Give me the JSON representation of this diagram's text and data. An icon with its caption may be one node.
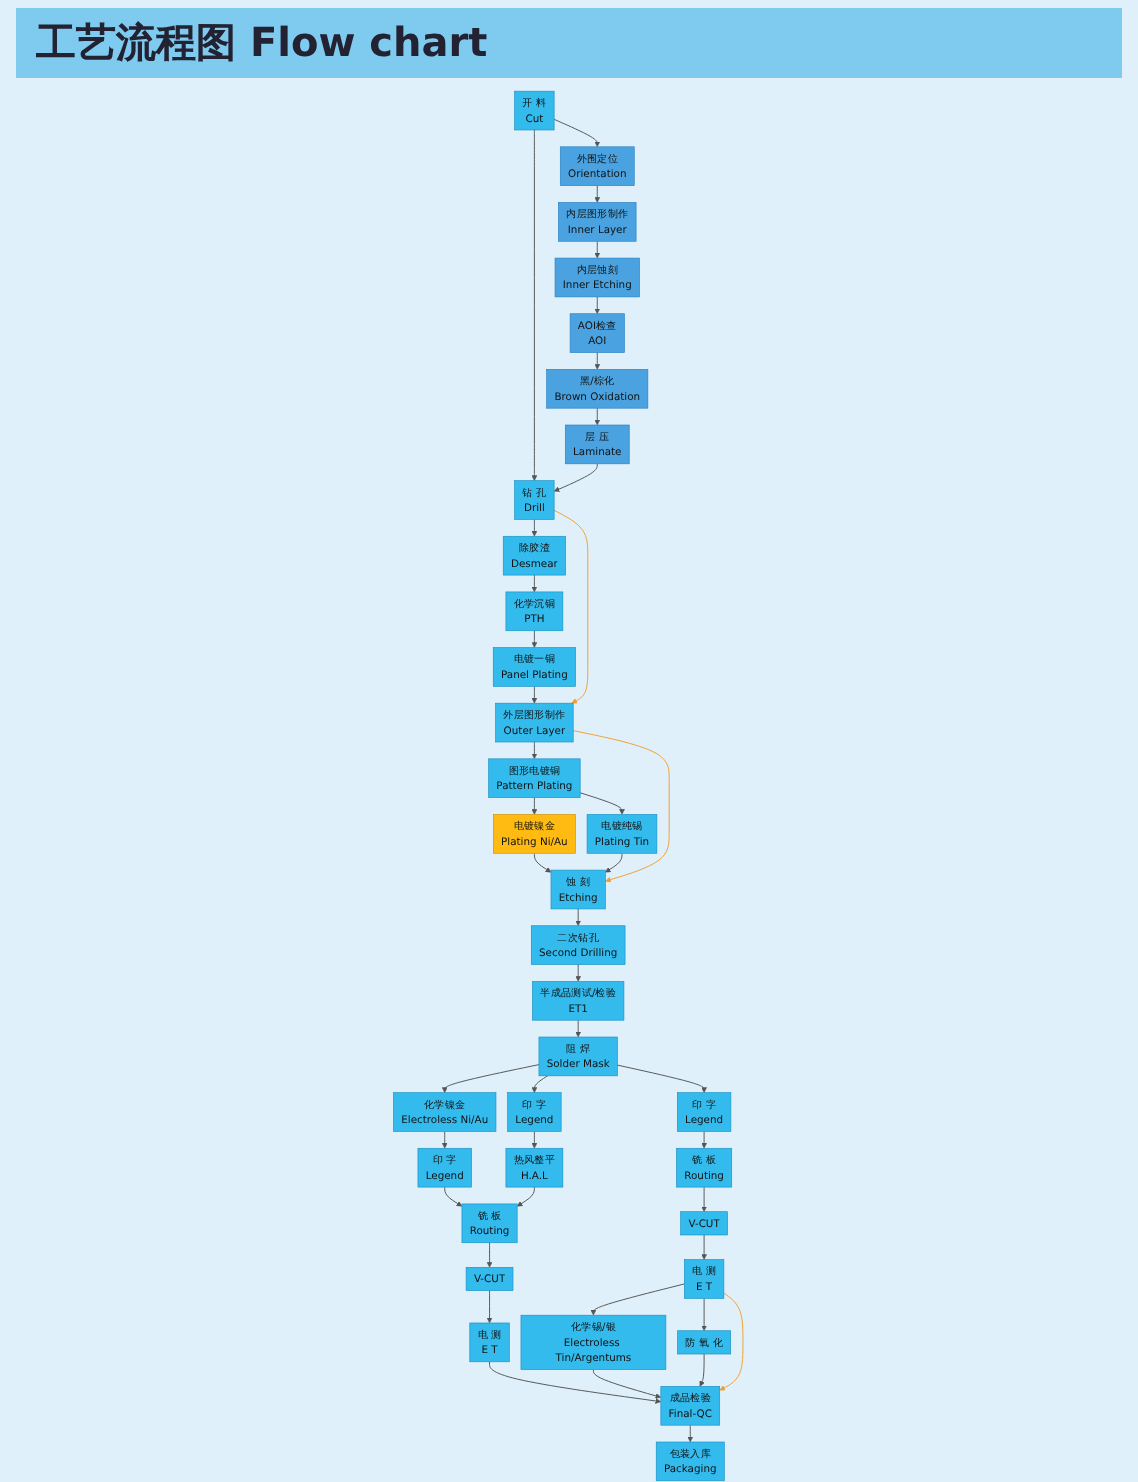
{
  "diagram": {
    "title": "工艺流程图 Flow chart",
    "nodes": [
      {
        "text": [
          "开 料",
          "Cut"
        ]
      },
      {
        "text": [
          "钻 孔",
          "Drill"
        ]
      },
      {
        "text": [
          "外围定位",
          "Orientation"
        ]
      },
      {
        "text": [
          "除胶渣",
          "Desmear"
        ]
      },
      {
        "text": [
          "内层图形制作",
          "Inner Layer"
        ]
      },
      {
        "text": [
          "化学沉铜",
          "PTH"
        ]
      },
      {
        "text": [
          "内层蚀刻",
          "Inner Etching"
        ]
      },
      {
        "text": [
          "电镀一铜",
          "Panel Plating"
        ]
      },
      {
        "text": [
          "AOI检查",
          "AOI"
        ]
      },
      {
        "text": [
          "外层图形制作",
          "Outer Layer"
        ]
      },
      {
        "text": [
          "黑/棕化",
          "Brown Oxidation"
        ]
      },
      {
        "text": [
          "层 压",
          "Laminate"
        ]
      },
      {
        "text": [
          "图形电镀铜",
          "Pattern Plating"
        ]
      },
      {
        "text": [
          "电镀镍金",
          "Plating Ni/Au"
        ]
      },
      {
        "text": [
          "电镀纯锡",
          "Plating Tin"
        ]
      },
      {
        "text": [
          "蚀 刻",
          "Etching"
        ]
      },
      {
        "text": [
          "二次钻孔",
          "Second Drilling"
        ]
      },
      {
        "text": [
          "半成品测试/检验",
          "ET1"
        ]
      },
      {
        "text": [
          "阻 焊",
          "Solder Mask"
        ]
      },
      {
        "text": [
          "化学镍金",
          "Electroless Ni/Au"
        ]
      },
      {
        "text": [
          "印 字",
          "Legend"
        ]
      },
      {
        "text": [
          "印 字",
          "Legend"
        ]
      },
      {
        "text": [
          "印 字",
          "Legend"
        ]
      },
      {
        "text": [
          "热风整平",
          "H.A.L"
        ]
      },
      {
        "text": [
          "铣 板",
          "Routing"
        ]
      },
      {
        "text": [
          "铣 板",
          "Routing"
        ]
      },
      {
        "text": [
          "V-CUT"
        ]
      },
      {
        "text": [
          "V-CUT"
        ]
      },
      {
        "text": [
          "电 测",
          "E T"
        ]
      },
      {
        "text": [
          "电 测",
          "E T"
        ]
      },
      {
        "text": [
          "化学锡/银",
          "Electroless Tin/Argentums"
        ]
      },
      {
        "text": [
          "防 氧 化"
        ]
      },
      {
        "text": [
          "成品检验",
          "Final-QC"
        ]
      },
      {
        "text": [
          "包装入库",
          "Packaging"
        ]
      }
    ],
    "edges": [
      {
        "from": 0,
        "to": 1,
        "arrow": "to"
      },
      {
        "from": 0,
        "to": 2,
        "arrow": "to"
      },
      {
        "from": 1,
        "to": 3,
        "arrow": "to"
      },
      {
        "from": 3,
        "to": 5,
        "arrow": "to"
      },
      {
        "from": 5,
        "to": 7,
        "arrow": "to"
      },
      {
        "from": 7,
        "to": 9,
        "arrow": "to"
      },
      {
        "from": 2,
        "to": 4,
        "arrow": "to"
      },
      {
        "from": 4,
        "to": 6,
        "arrow": "to"
      },
      {
        "from": 6,
        "to": 8,
        "arrow": "to"
      },
      {
        "from": 8,
        "to": 10,
        "arrow": "to"
      },
      {
        "from": 10,
        "to": 11,
        "arrow": "to"
      },
      {
        "from": 11,
        "to": 1,
        "arrow": "to"
      },
      {
        "from": 1,
        "to": 9,
        "arrow": "to",
        "color": "#f0a030"
      },
      {
        "from": 9,
        "to": 12,
        "arrow": "to"
      },
      {
        "from": 9,
        "to": 15,
        "arrow": "to",
        "color": "#f0a030"
      },
      {
        "from": 12,
        "to": 13,
        "arrow": "to"
      },
      {
        "from": 12,
        "to": 14,
        "arrow": "to"
      },
      {
        "from": 13,
        "to": 15,
        "arrow": "to"
      },
      {
        "from": 14,
        "to": 15,
        "arrow": "to"
      },
      {
        "from": 15,
        "to": 16,
        "arrow": "to"
      },
      {
        "from": 16,
        "to": 17,
        "arrow": "to"
      },
      {
        "from": 17,
        "to": 18,
        "arrow": "to"
      },
      {
        "from": 18,
        "to": 19,
        "arrow": "to"
      },
      {
        "from": 18,
        "to": 20,
        "arrow": "to"
      },
      {
        "from": 18,
        "to": 21,
        "arrow": "to"
      },
      {
        "from": 19,
        "to": 22,
        "arrow": "to"
      },
      {
        "from": 20,
        "to": 23,
        "arrow": "to"
      },
      {
        "from": 22,
        "to": 25,
        "arrow": "to"
      },
      {
        "from": 23,
        "to": 25,
        "arrow": "to"
      },
      {
        "from": 25,
        "to": 27,
        "arrow": "to"
      },
      {
        "from": 27,
        "to": 29,
        "arrow": "to"
      },
      {
        "from": 21,
        "to": 24,
        "arrow": "to"
      },
      {
        "from": 24,
        "to": 26,
        "arrow": "to"
      },
      {
        "from": 26,
        "to": 28,
        "arrow": "to"
      },
      {
        "from": 28,
        "to": 30,
        "arrow": "to"
      },
      {
        "from": 28,
        "to": 31,
        "arrow": "to"
      },
      {
        "from": 28,
        "to": 32,
        "arrow": "to",
        "color": "#f0a030"
      },
      {
        "from": 29,
        "to": 32,
        "arrow": "to"
      },
      {
        "from": 30,
        "to": 32,
        "arrow": "to"
      },
      {
        "from": 31,
        "to": 32,
        "arrow": "to"
      },
      {
        "from": 32,
        "to": 33,
        "arrow": "to"
      }
    ]
  }
}
